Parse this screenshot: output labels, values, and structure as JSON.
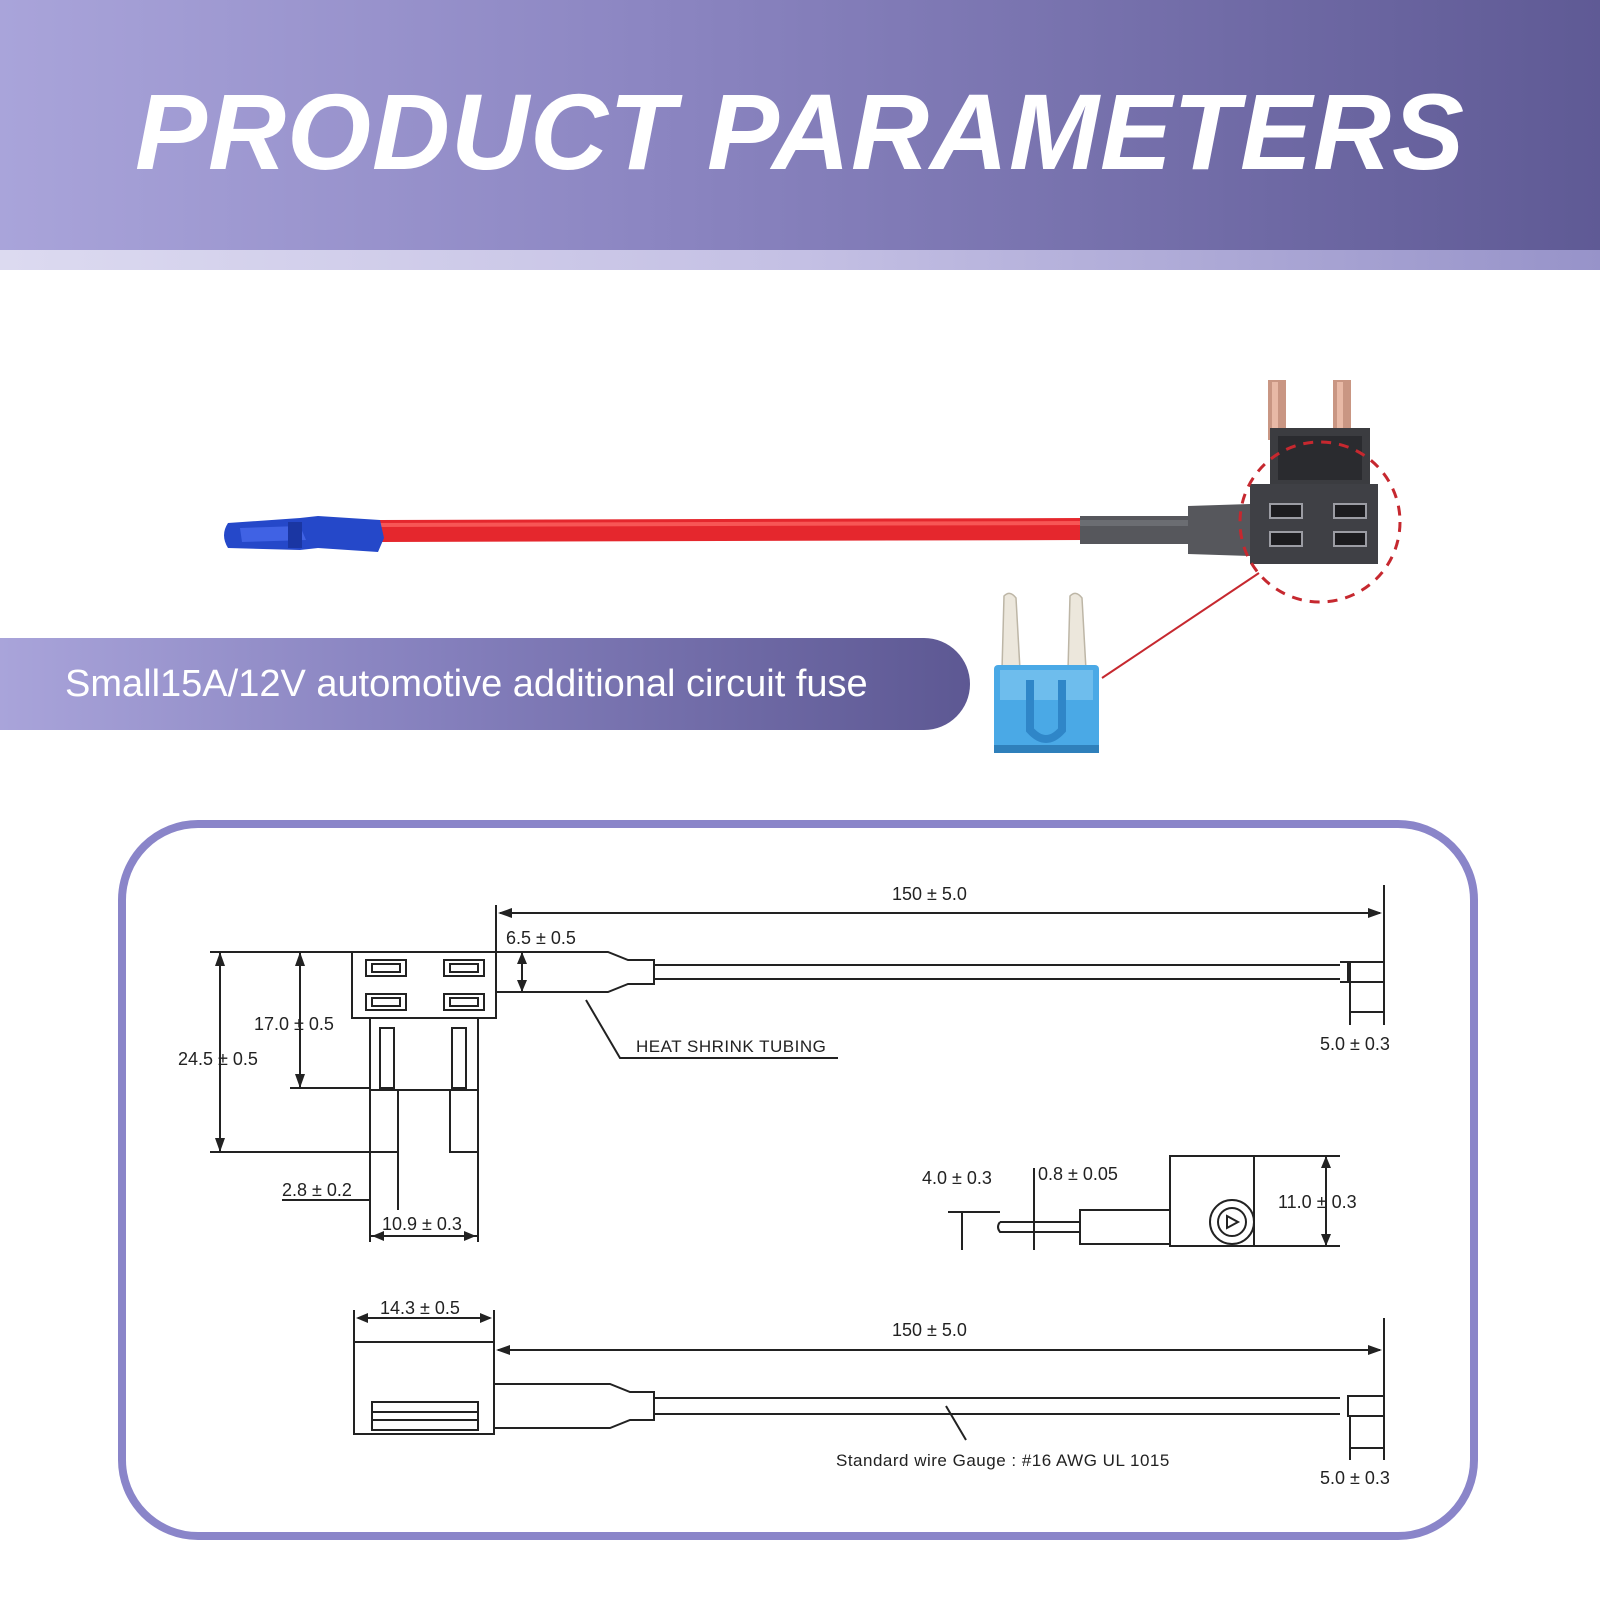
{
  "header": {
    "title": "PRODUCT PARAMETERS"
  },
  "caption": {
    "text": "Small15A/12V automotive additional circuit fuse"
  },
  "colors": {
    "header_gradient_start": "#a9a4da",
    "header_gradient_end": "#5f5a95",
    "frame_border": "#8a85c9",
    "wire_red": "#e5272d",
    "connector_blue": "#2548c9",
    "fuse_blue": "#4aa9e6",
    "highlight_circle": "#c6282f"
  },
  "drawing": {
    "top_view": {
      "total_length": "150 ± 5.0",
      "tap_offset": "6.5 ± 0.5",
      "holder_height": "17.0 ± 0.5",
      "overall_height": "24.5 ± 0.5",
      "blade_width": "2.8 ± 0.2",
      "blade_span": "10.9 ± 0.3",
      "end_length": "5.0 ± 0.3",
      "tubing_label": "HEAT SHRINK TUBING"
    },
    "terminal_view": {
      "pin_diameter": "4.0 ± 0.3",
      "pin_thickness": "0.8 ± 0.05",
      "terminal_height": "11.0 ± 0.3"
    },
    "side_view": {
      "holder_width": "14.3 ± 0.5",
      "total_length": "150 ± 5.0",
      "end_length": "5.0 ± 0.3",
      "wire_label": "Standard wire Gauge :   #16 AWG UL 1015"
    }
  }
}
